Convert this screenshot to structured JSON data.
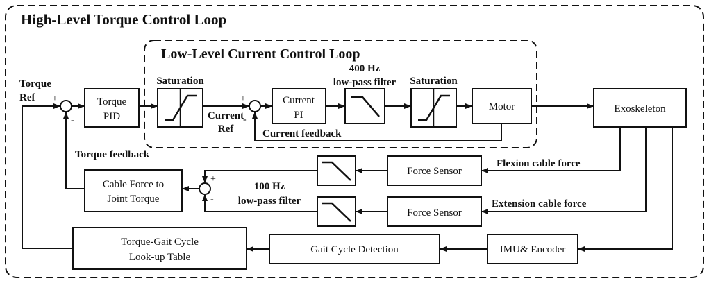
{
  "titles": {
    "outer": "High-Level Torque Control Loop",
    "inner": "Low-Level Current Control Loop"
  },
  "blocks": {
    "torque_pid": [
      "Torque",
      "PID"
    ],
    "current_pi": [
      "Current",
      "PI"
    ],
    "motor": "Motor",
    "exoskeleton": "Exoskeleton",
    "force_sensor_flexion": "Force Sensor",
    "force_sensor_extension": "Force Sensor",
    "cable_force_to_joint_torque": [
      "Cable Force to",
      "Joint Torque"
    ],
    "gait_cycle_detection": "Gait Cycle Detection",
    "imu_encoder": "IMU& Encoder",
    "lookup_table": [
      "Torque-Gait Cycle",
      "Look-up Table"
    ]
  },
  "labels": {
    "torque_ref": [
      "Torque",
      "Ref"
    ],
    "saturation_1": "Saturation",
    "saturation_2": "Saturation",
    "current_ref": [
      "Current",
      "Ref"
    ],
    "filter_400": [
      "400 Hz",
      "low-pass filter"
    ],
    "current_feedback": "Current feedback",
    "torque_feedback": "Torque feedback",
    "filter_100": [
      "100 Hz",
      "low-pass filter"
    ],
    "flexion_cable_force": "Flexion cable force",
    "extension_cable_force": "Extension cable force"
  },
  "signs": {
    "plus": "+",
    "minus": "-"
  }
}
